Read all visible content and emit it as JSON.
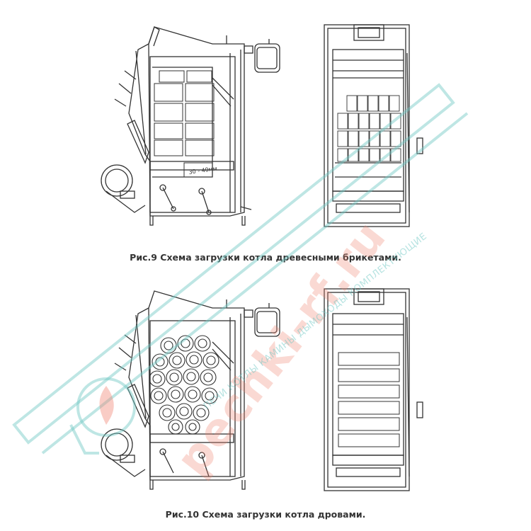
{
  "figures": [
    {
      "caption": "Рис.9 Схема загрузки котла древесными брикетами.",
      "fuel": "briquettes"
    },
    {
      "caption": "Рис.10 Схема загрузки котла дровами.",
      "fuel": "logs"
    }
  ],
  "side_view_label": "30 - 40мм",
  "watermark": {
    "brand": "pechki-rf.ru",
    "slogan": "ПЕЧИ КОТЛЫ КАМИНЫ ДЫМОХОДЫ КОМПЛЕКТУЮЩИЕ",
    "colors": {
      "brand": "#f0806e",
      "slogan": "#6ec8c3"
    }
  }
}
